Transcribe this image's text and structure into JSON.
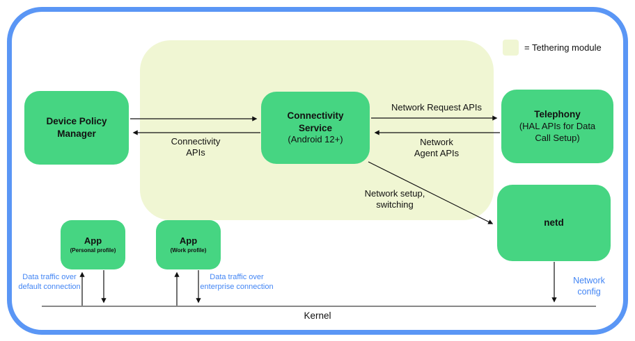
{
  "colors": {
    "border_blue": "#5A96F5",
    "box_green": "#46D582",
    "module_bg": "#F0F6D3",
    "blue_text": "#4285F4",
    "line_black": "#111111"
  },
  "legend": {
    "label": "= Tethering module"
  },
  "boxes": {
    "device_policy_manager": {
      "title": "Device Policy Manager"
    },
    "connectivity_service": {
      "title": "Connectivity Service",
      "subtitle": "(Android 12+)"
    },
    "telephony": {
      "title": "Telephony",
      "subtitle": "(HAL APIs for Data Call Setup)"
    },
    "netd": {
      "title": "netd"
    },
    "app_personal": {
      "title": "App",
      "subtitle": "(Personal profile)"
    },
    "app_work": {
      "title": "App",
      "subtitle": "(Work profile)"
    }
  },
  "labels": {
    "connectivity_apis": "Connectivity\nAPIs",
    "network_request_apis": "Network Request APIs",
    "network_agent_apis": "Network\nAgent APIs",
    "network_setup_switching": "Network setup,\nswitching",
    "network_config": "Network\nconfig",
    "data_traffic_default": "Data traffic over\ndefault connection",
    "data_traffic_enterprise": "Data traffic over\nenterprise connection",
    "kernel": "Kernel"
  }
}
